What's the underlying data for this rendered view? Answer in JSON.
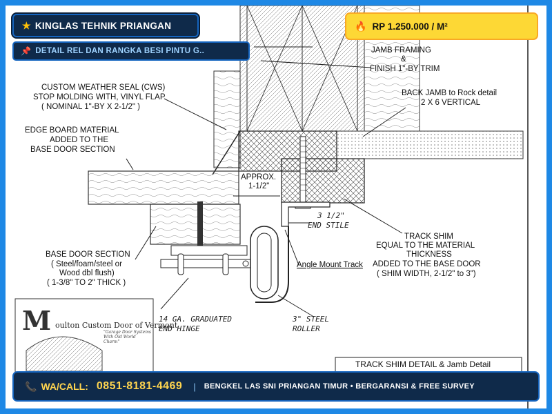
{
  "header": {
    "title": "KINGLAS TEHNIK PRIANGAN",
    "subtitle": "DETAIL REL DAN RANGKA BESI PINTU G..",
    "price": "RP 1.250.000 / M²"
  },
  "diagram": {
    "labels": {
      "jamb_framing": "JAMB FRAMING",
      "amp": "&",
      "finish_trim": "FINISH 1\"-BY TRIM",
      "back_jamb": "BACK JAMB to Rock detail",
      "back_jamb_2": "2 X 6 VERTICAL",
      "cws_1": "CUSTOM WEATHER SEAL (CWS)",
      "cws_2": "STOP MOLDING WITH, VINYL FLAP",
      "cws_3": "( NOMINAL 1\"-BY X 2-1/2\" )",
      "edge_1": "EDGE BOARD MATERIAL",
      "edge_2": "ADDED TO THE",
      "edge_3": "BASE DOOR SECTION",
      "approx_1": "APPROX.",
      "approx_2": "1-1/2\"",
      "stile_1": "3 1/2\"",
      "stile_2": "END STILE",
      "shim_1": "TRACK SHIM",
      "shim_2": "EQUAL TO THE MATERIAL",
      "shim_3": "THICKNESS",
      "shim_4": "ADDED TO THE BASE DOOR",
      "shim_5": "( SHIM WIDTH, 2-1/2\"  to 3\")",
      "angle_track": "Angle Mount Track",
      "base_1": "BASE DOOR SECTION",
      "base_2": "( Steel/foam/steel or",
      "base_3": "Wood dbl flush)",
      "base_4": "( 1-3/8\" TO 2\" THICK )",
      "hinge_1": "14 GA. GRADUATED",
      "hinge_2": "END HINGE",
      "roller_1": "3\" STEEL",
      "roller_2": "ROLLER",
      "logo_title": "oulton Custom Door of Vermont",
      "logo_sub": "\"Garage Door Systems With Old World Charm\"",
      "detail_title": "TRACK SHIM DETAIL & Jamb Detail"
    }
  },
  "footer": {
    "wa_label": "WA/CALL:",
    "wa_number": "0851-8181-4469",
    "separator": "|",
    "tagline": "BENGKEL LAS SNI PRIANGAN TIMUR • BERGARANSI & FREE SURVEY"
  },
  "icons": {
    "title": "star-icon",
    "subtitle": "pin-icon",
    "price": "flame-icon",
    "footer": "phone-icon"
  },
  "colors": {
    "frame": "#1e88e5",
    "pill_bg": "#0f2a4a",
    "price_bg": "#fdd835",
    "accent_yellow": "#ffd54f"
  }
}
